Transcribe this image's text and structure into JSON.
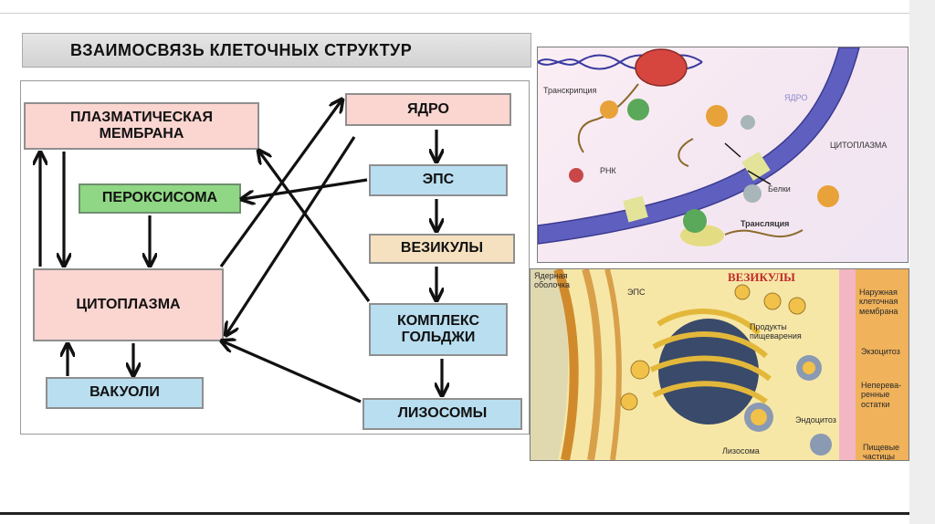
{
  "title": "ВЗАИМОСВЯЗЬ КЛЕТОЧНЫХ СТРУКТУР",
  "nodes": {
    "plasma": "ПЛАЗМАТИЧЕСКАЯ МЕМБРАНА",
    "peroxisome": "ПЕРОКСИСОМА",
    "cytoplasm": "ЦИТОПЛАЗМА",
    "vacuoles": "ВАКУОЛИ",
    "nucleus": "ЯДРО",
    "eps": "ЭПС",
    "vesicles": "ВЕЗИКУЛЫ",
    "golgi": "КОМПЛЕКС ГОЛЬДЖИ",
    "lysosomes": "ЛИЗОСОМЫ"
  },
  "illustration1": {
    "transcription": "Транскрипция",
    "nucleus": "ЯДРО",
    "cytoplasm": "ЦИТОПЛАЗМА",
    "rna": "РНК",
    "proteins": "Белки",
    "translation": "Трансляция"
  },
  "illustration2": {
    "nuclear_envelope": "Ядерная оболочка",
    "eps": "ЭПС",
    "vesicles": "ВЕЗИКУЛЫ",
    "digestion_products": "Продукты пищеварения",
    "outer_membrane": "Наружная клеточная мембрана",
    "exocytosis": "Экзоцитоз",
    "undigested": "Неперева-ренные остатки",
    "endocytosis": "Эндоцитоз",
    "lysosome": "Лизосома",
    "food": "Пищевые частицы"
  }
}
